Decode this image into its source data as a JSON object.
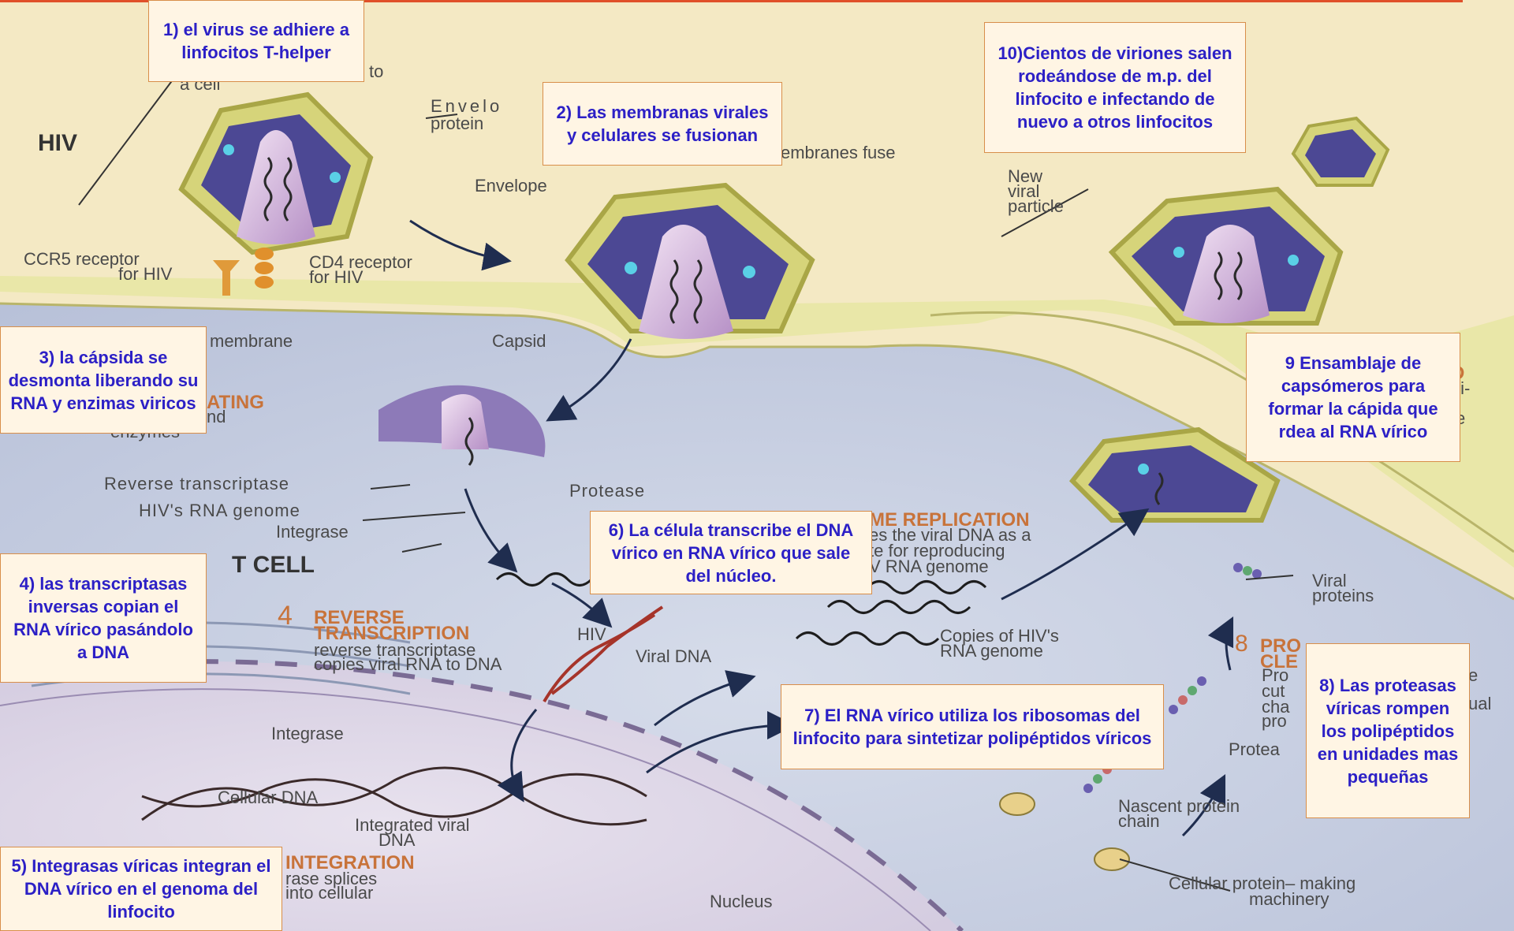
{
  "annotations": {
    "step1": "1) el virus se adhiere a linfocitos T-helper",
    "step2": "2) Las membranas virales y celulares se fusionan",
    "step3": "3) la cápsida se desmonta liberando su RNA y enzimas viricos",
    "step4": "4) las transcriptasas inversas copian el RNA vírico pasándolo a DNA",
    "step5": "5) Integrasas víricas integran el DNA vírico en el genoma del linfocito",
    "step6": "6) La célula transcribe el DNA vírico en RNA vírico que sale del núcleo.",
    "step7": "7) El RNA vírico utiliza los ribosomas del linfocito para sintetizar polipéptidos víricos",
    "step8": "8) Las proteasas víricas rompen los polipéptidos en unidades mas pequeñas",
    "step9": "9 Ensamblaje de capsómeros para formar la cápida que rdea al RNA vírico",
    "step10": "10)Cientos de viriones salen rodeándose de m.p. del linfocito e infectando de nuevo a otros linfocitos"
  },
  "labels": {
    "hiv": "HIV",
    "to_a_cell": "to",
    "a_cell": "a cell",
    "envelope_protein_1": "Envelo",
    "envelope_protein_2": "protein",
    "membranes_fuse": "embranes fuse",
    "envelope": "Envelope",
    "new_viral_particle_1": "New",
    "new_viral_particle_2": "viral",
    "new_viral_particle_3": "particle",
    "ccr5_1": "CCR5 receptor",
    "ccr5_2": "for HIV",
    "cd4_1": "CD4 receptor",
    "cd4_2": "for HIV",
    "membrane": "membrane",
    "capsid": "Capsid",
    "uncoating": "ATING",
    "and": "nd",
    "enzymes": "enzymes",
    "reverse_transcriptase": "Reverse transcriptase",
    "hiv_rna_genome": "HIV's RNA genome",
    "integrase": "Integrase",
    "protease": "Protease",
    "host_cell": "T CELL",
    "genome_replication": "ME REPLICATION",
    "gr_line1": "es the viral DNA as a",
    "gr_line2": "te for reproducing",
    "gr_line3": "V RNA genome",
    "viral_proteins_1": "Viral",
    "viral_proteins_2": "proteins",
    "rt_step_num": "4",
    "rt_title1": "REVERSE",
    "rt_title2": "TRANSCRIPTION",
    "rt_hiv": "HIV",
    "rt_line1": "reverse transcriptase",
    "rt_line2": "copies viral RNA to DNA",
    "viral_dna": "Viral DNA",
    "copies_rna_1": "Copies of HIV's",
    "copies_rna_2": "RNA genome",
    "protein_cleavage_num": "8",
    "protein_cleavage_1": "PRO",
    "protein_cleavage_2": "CLE",
    "pc_line1": "Pro",
    "pc_line2": "cut",
    "pc_line3": "cha",
    "pc_line4": "pro",
    "integrase_2": "Integrase",
    "protease_2": "Protea",
    "cellular_dna": "Cellular DNA",
    "integrated_viral_dna_1": "Integrated viral",
    "integrated_viral_dna_2": "DNA",
    "integration_title": "INTEGRATION",
    "int_line1": "rase splices",
    "int_line2": "into cellular",
    "nucleus": "Nucleus",
    "nascent_1": "Nascent protein",
    "nascent_2": "chain",
    "cellular_machinery_1": "Cellular protein– making",
    "cellular_machinery_2": "machinery",
    "assembled_1": "D",
    "assembled_2": "ti-",
    "assembled_3": "e",
    "ual": "ual",
    "right_e": "e"
  },
  "colors": {
    "box_text": "#2c20c6",
    "box_bg": "#fff5e4",
    "box_border": "#d88e4a",
    "cell_interior": "#c6cfe0",
    "extracellular": "#f4e9c4",
    "membrane": "#e7e6a0",
    "capsid": "#8d7ab8",
    "stage_title": "#c8733a"
  }
}
